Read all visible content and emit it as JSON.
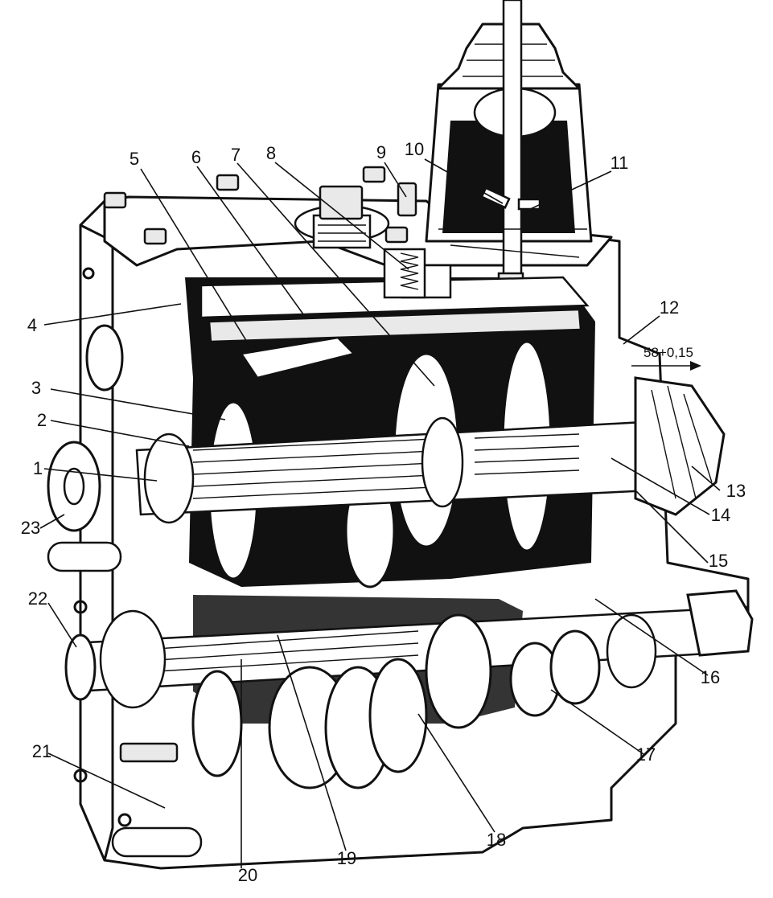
{
  "callouts": [
    "1",
    "2",
    "3",
    "4",
    "5",
    "6",
    "7",
    "8",
    "9",
    "10",
    "11",
    "12",
    "13",
    "14",
    "15",
    "16",
    "17",
    "18",
    "19",
    "20",
    "21",
    "22",
    "23"
  ],
  "dimension_note": "58+0,15"
}
